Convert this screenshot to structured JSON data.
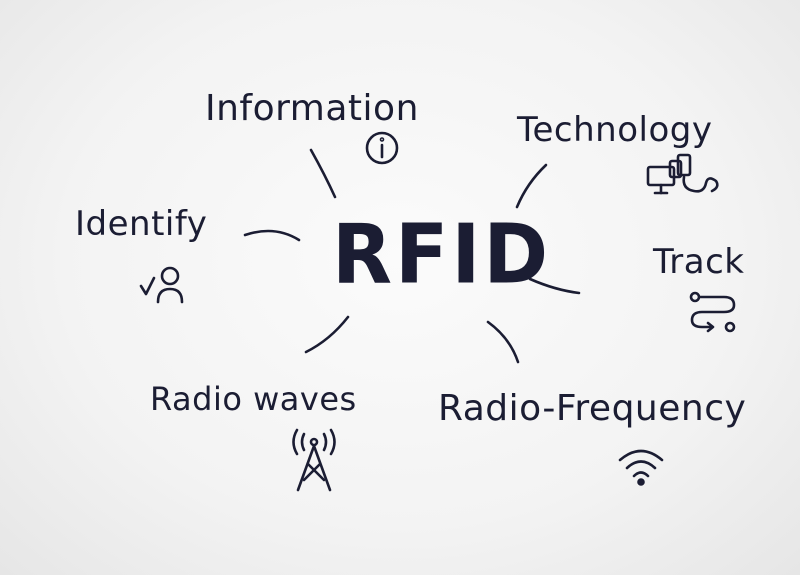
{
  "center": {
    "label": "RFID"
  },
  "nodes": {
    "information": {
      "label": "Information",
      "icon": "info-icon"
    },
    "technology": {
      "label": "Technology",
      "icon": "computer-devices-icon"
    },
    "identify": {
      "label": "Identify",
      "icon": "person-check-icon"
    },
    "track": {
      "label": "Track",
      "icon": "route-icon"
    },
    "radio_waves": {
      "label": "Radio waves",
      "icon": "radio-tower-icon"
    },
    "radio_frequency": {
      "label": "Radio-Frequency",
      "icon": "wifi-signal-icon"
    }
  },
  "colors": {
    "ink": "#1b1d33",
    "background": "#f3f3f3"
  }
}
